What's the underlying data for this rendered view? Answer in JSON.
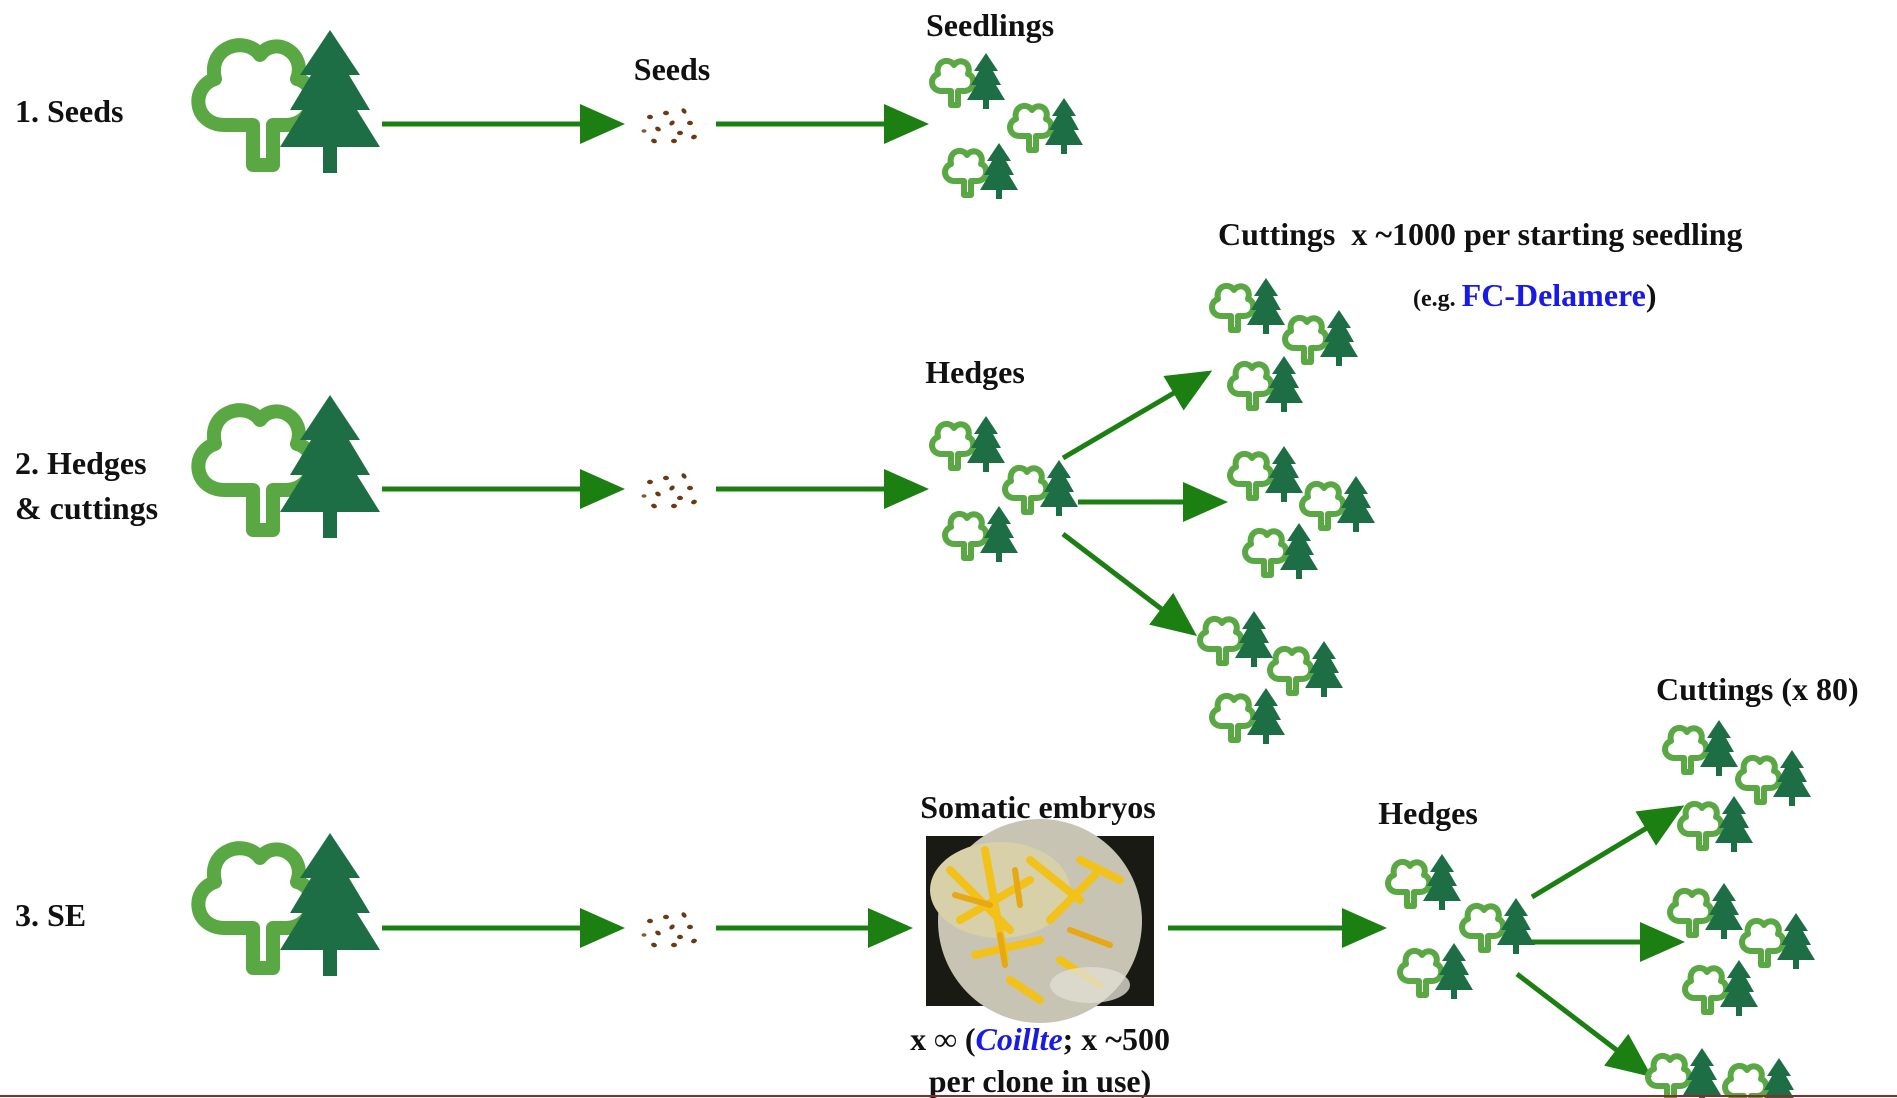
{
  "rows": [
    {
      "label_lines": [
        "1. Seeds"
      ]
    },
    {
      "label_lines": [
        "2. Hedges",
        "& cuttings"
      ]
    },
    {
      "label_lines": [
        "3. SE"
      ]
    }
  ],
  "labels": {
    "seeds": "Seeds",
    "seedlings": "Seedlings",
    "hedges_row2": "Hedges",
    "cuttings_row2": "Cuttings  x ~1000 per starting seedling",
    "eg_prefix": "(e.g. ",
    "eg_link": "FC-Delamere",
    "eg_suffix": ")",
    "somatic": "Somatic embryos",
    "hedges_row3": "Hedges",
    "cuttings_row3": "Cuttings (x 80)",
    "se_line1_a": "x ∞ (",
    "se_line1_link": "Coillte",
    "se_line1_b": "; x ~500",
    "se_line2": "per clone in use)"
  },
  "icons": {
    "parent_tree": "deciduous-and-conifer-tree-icon",
    "small_tree": "small-tree-pair-icon",
    "seeds": "seeds-icon",
    "embryo_photo": "somatic-embryos-photo"
  },
  "colors": {
    "arrow": "#1b7f12",
    "deciduous": "#5aa843",
    "conifer": "#1d6e45",
    "seed": "#6b3a14",
    "link": "#1a1ae6"
  }
}
